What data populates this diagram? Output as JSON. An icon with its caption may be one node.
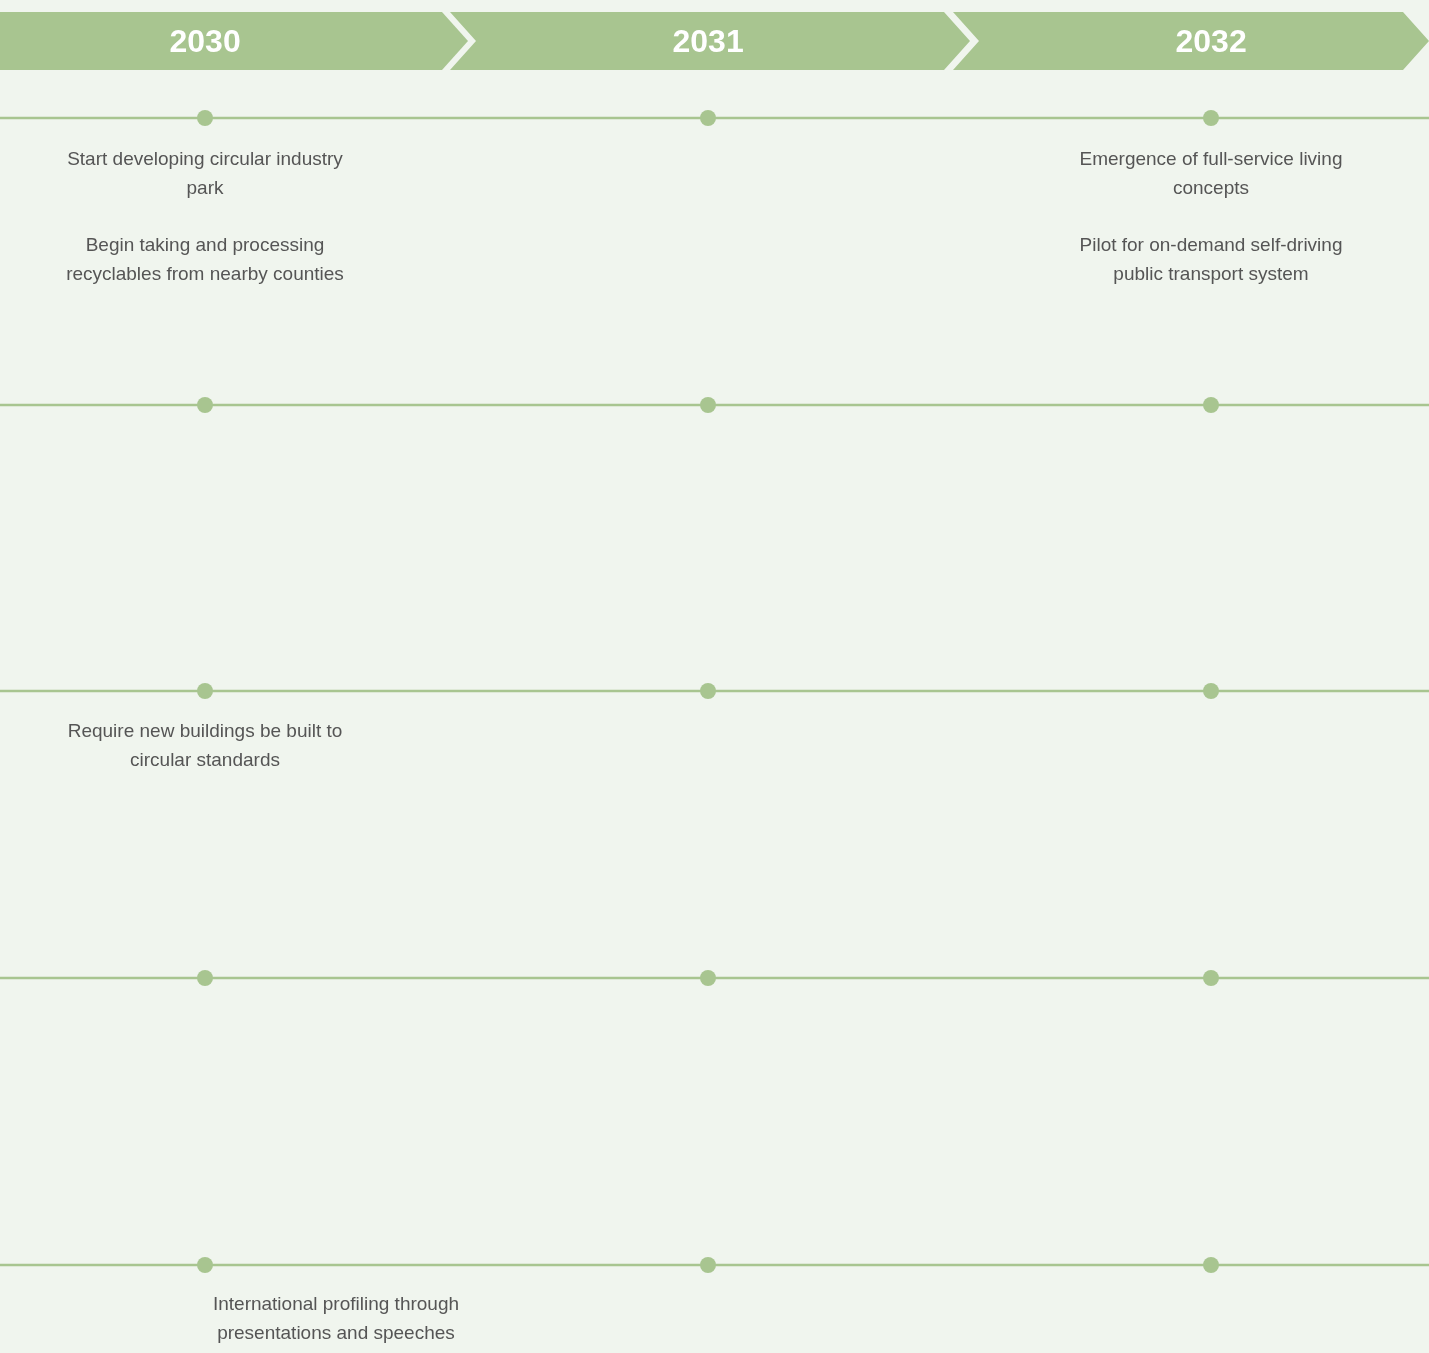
{
  "diagram": {
    "nodes": [
      {
        "text": [
          "2030"
        ]
      },
      {
        "text": [
          "2031"
        ]
      },
      {
        "text": [
          "2032"
        ]
      }
    ],
    "edges": [],
    "labels": [
      "Start developing circular industry park",
      "Emergence of full-service living concepts",
      "Begin taking and processing recyclables from nearby counties",
      "Pilot for on-demand self-driving public transport system",
      "Require new buildings be built to circular standards",
      "International profiling through presentations and speeches"
    ]
  }
}
